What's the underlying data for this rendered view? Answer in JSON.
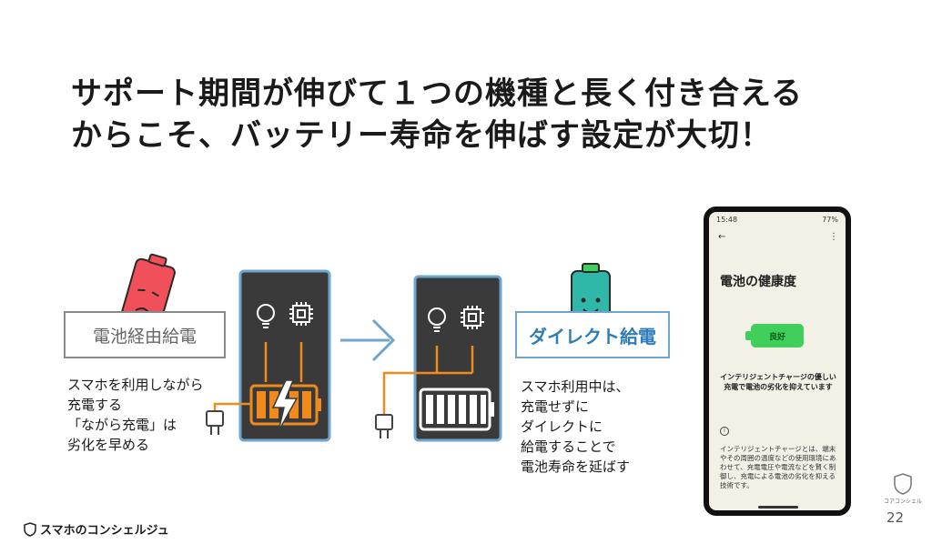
{
  "title": {
    "line1": "サポート期間が伸びて１つの機種と長く付き合える",
    "line2": "からこそ、バッテリー寿命を伸ばす設定が大切！"
  },
  "left": {
    "label": "電池経由給電",
    "desc": [
      "スマホを利用しながら",
      "充電する",
      "「ながら充電」は",
      "劣化を早める"
    ]
  },
  "right": {
    "label": "ダイレクト給電",
    "desc": [
      "スマホ利用中は、",
      "充電せずに",
      "ダイレクトに",
      "給電することで",
      "電池寿命を延ばす"
    ]
  },
  "brand": "スマホのコンシェルジュ",
  "slide_number": "22",
  "corner_logo_text": "コアコンシェル",
  "phone": {
    "time": "15:48",
    "battery": "77%",
    "title": "電池の健康度",
    "battery_status": "良好",
    "sub": "インテリジェントチャージの優しい充電で電池の劣化を抑えています",
    "body": "インテリジェントチャージとは、端末やその周囲の温度などの使用環境にあわせて、充電電圧や電流などを賢く制御し、充電による電池の劣化を抑える技術です。"
  },
  "colors": {
    "sad_battery": "#f0505a",
    "happy_battery": "#2fb8a8",
    "charge_orange": "#f08a1c",
    "direct_blue": "#2e7db8",
    "dark_panel": "#3a3a3a"
  }
}
